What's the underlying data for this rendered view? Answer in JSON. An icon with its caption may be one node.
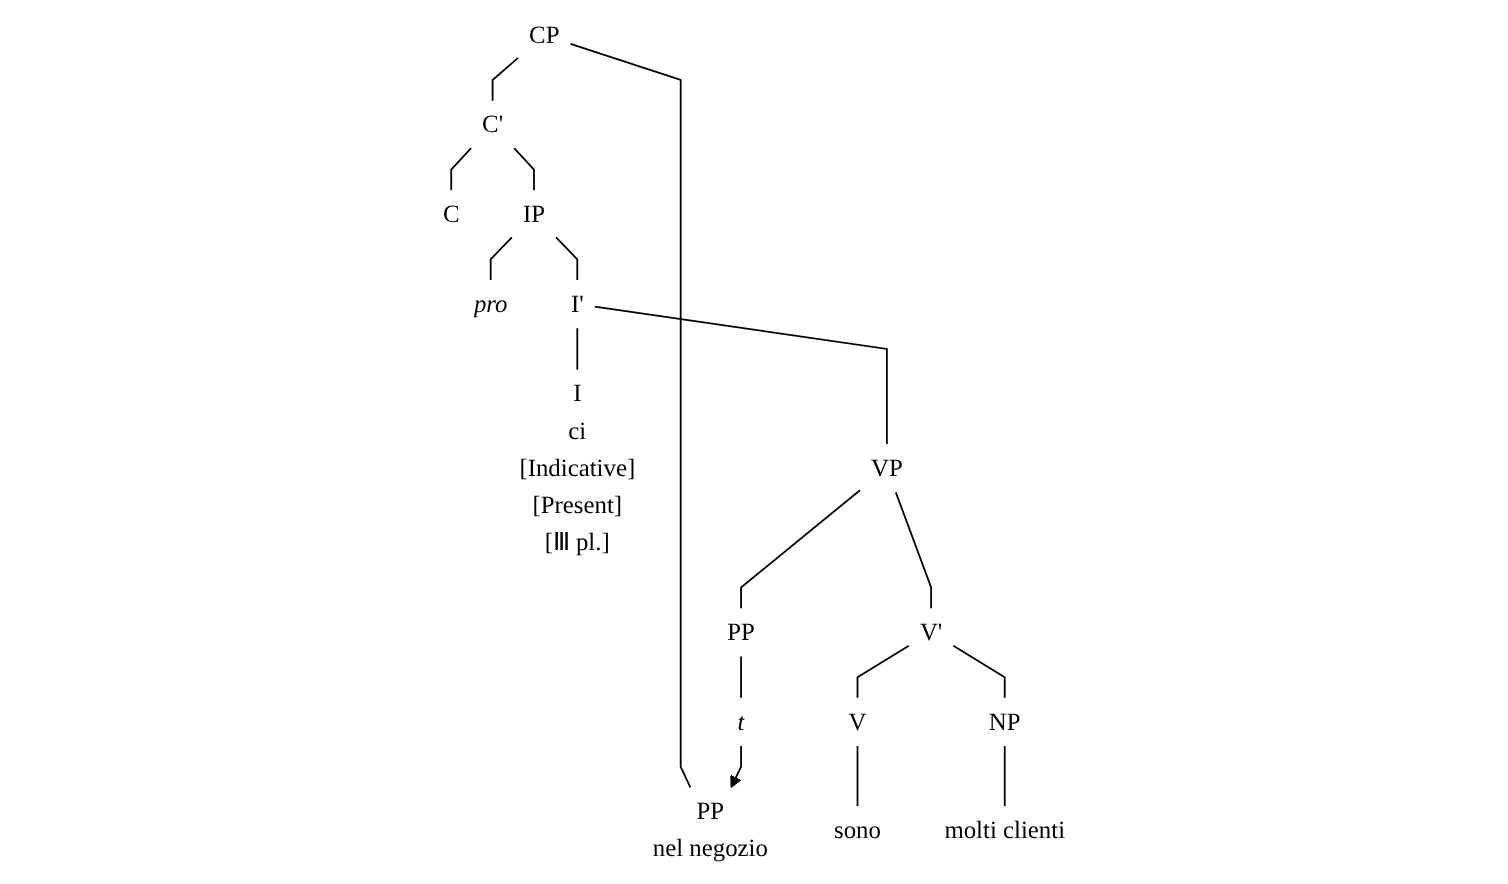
{
  "diagram": {
    "nodes": [
      {
        "text": [
          "CP"
        ]
      },
      {
        "text": [
          "PP",
          "nel negozio"
        ]
      },
      {
        "text": [
          "C'"
        ]
      },
      {
        "text": [
          "C"
        ]
      },
      {
        "text": [
          "IP"
        ]
      },
      {
        "text": [
          "pro"
        ]
      },
      {
        "text": [
          "I'"
        ]
      },
      {
        "text": [
          "I",
          "ci",
          "[Indicative]",
          "[Present]",
          "[Ⅲ pl.]"
        ]
      },
      {
        "text": [
          "VP"
        ]
      },
      {
        "text": [
          "V'"
        ]
      },
      {
        "text": [
          "PP"
        ]
      },
      {
        "text": [
          "V"
        ]
      },
      {
        "text": [
          "NP"
        ]
      },
      {
        "text": [
          "sono"
        ]
      },
      {
        "text": [
          "molti clienti"
        ]
      },
      {
        "text": [
          "t"
        ]
      }
    ],
    "edges": [
      {
        "from": 0,
        "to": 1,
        "arrow": "none"
      },
      {
        "from": 0,
        "to": 2,
        "arrow": "none"
      },
      {
        "from": 2,
        "to": 3,
        "arrow": "none"
      },
      {
        "from": 2,
        "to": 4,
        "arrow": "none"
      },
      {
        "from": 4,
        "to": 5,
        "arrow": "none"
      },
      {
        "from": 4,
        "to": 6,
        "arrow": "none"
      },
      {
        "from": 6,
        "to": 7,
        "arrow": "none"
      },
      {
        "from": 6,
        "to": 8,
        "arrow": "none"
      },
      {
        "from": 8,
        "to": 9,
        "arrow": "none"
      },
      {
        "from": 8,
        "to": 10,
        "arrow": "none"
      },
      {
        "from": 9,
        "to": 11,
        "arrow": "none"
      },
      {
        "from": 9,
        "to": 12,
        "arrow": "none"
      },
      {
        "from": 11,
        "to": 13,
        "arrow": "none"
      },
      {
        "from": 12,
        "to": 14,
        "arrow": "none"
      },
      {
        "from": 10,
        "to": 15,
        "arrow": "none"
      },
      {
        "from": 15,
        "to": 1,
        "arrow": "to"
      }
    ]
  }
}
